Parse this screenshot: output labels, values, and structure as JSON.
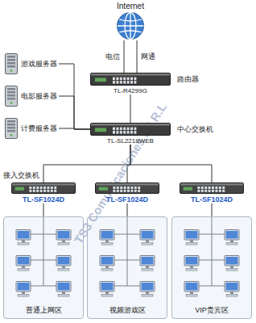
{
  "diagram": {
    "nodes": [
      {
        "text": [
          "Internet"
        ]
      },
      {
        "text": [
          "TL-R4299G",
          "路由器"
        ]
      },
      {
        "text": [
          "游戏服务器"
        ]
      },
      {
        "text": [
          "电影服务器"
        ]
      },
      {
        "text": [
          "计费服务器"
        ]
      },
      {
        "text": [
          "TL-SL2218WEB",
          "中心交换机"
        ]
      },
      {
        "text": [
          "TL-SF1024D"
        ]
      },
      {
        "text": [
          "TL-SF1024D"
        ]
      },
      {
        "text": [
          "TL-SF1024D"
        ]
      },
      {
        "text": [
          "普通上网区"
        ]
      },
      {
        "text": [
          "视频游戏区"
        ]
      },
      {
        "text": [
          "VIP贵宾区"
        ]
      }
    ],
    "edges": [
      {
        "from": 0,
        "to": 1,
        "arrow": "none",
        "label": "电信"
      },
      {
        "from": 0,
        "to": 1,
        "arrow": "none",
        "label": "网通"
      },
      {
        "from": 1,
        "to": 5,
        "arrow": "none"
      },
      {
        "from": 5,
        "to": 2,
        "arrow": "none"
      },
      {
        "from": 5,
        "to": 3,
        "arrow": "none"
      },
      {
        "from": 5,
        "to": 4,
        "arrow": "none"
      },
      {
        "from": 5,
        "to": 6,
        "arrow": "none"
      },
      {
        "from": 5,
        "to": 7,
        "arrow": "none"
      },
      {
        "from": 5,
        "to": 8,
        "arrow": "none"
      },
      {
        "from": 6,
        "to": 9,
        "arrow": "none"
      },
      {
        "from": 7,
        "to": 10,
        "arrow": "none"
      },
      {
        "from": 8,
        "to": 11,
        "arrow": "none"
      }
    ],
    "labels": [
      "接入交换机",
      "TS3 Comunicaciones E.I.R.L"
    ]
  }
}
